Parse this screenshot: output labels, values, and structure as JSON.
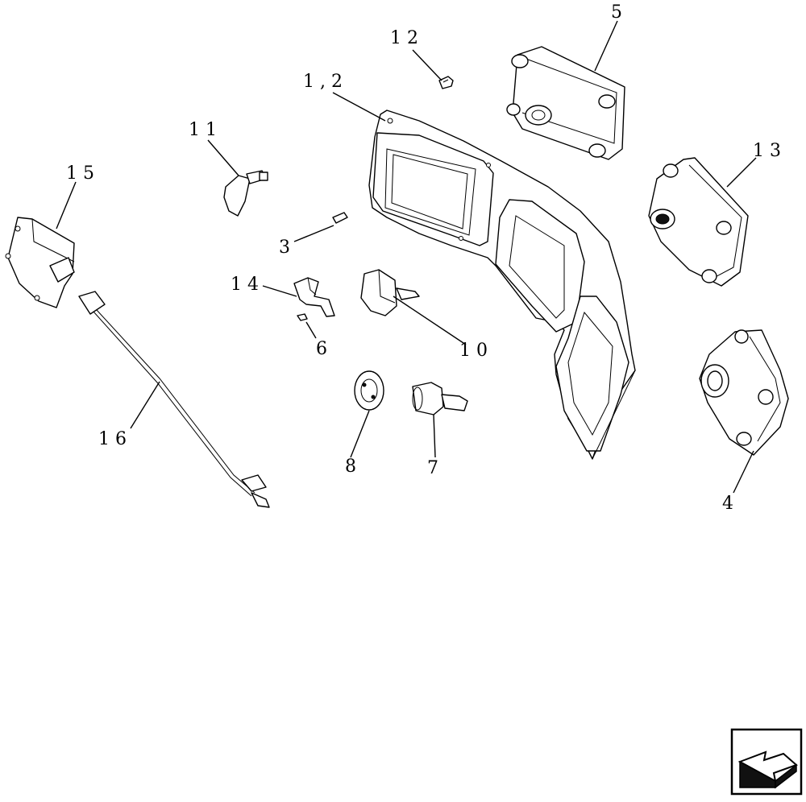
{
  "callouts": {
    "c1": "1 , 2",
    "c3": "3",
    "c4": "4",
    "c5": "5",
    "c6": "6",
    "c7": "7",
    "c8": "8",
    "c10": "1 0",
    "c11": "1 1",
    "c12": "1 2",
    "c13": "1 3",
    "c14": "1 4",
    "c15": "1 5",
    "c16": "1 6"
  },
  "icons": {
    "nav": "arrow-back-icon"
  }
}
